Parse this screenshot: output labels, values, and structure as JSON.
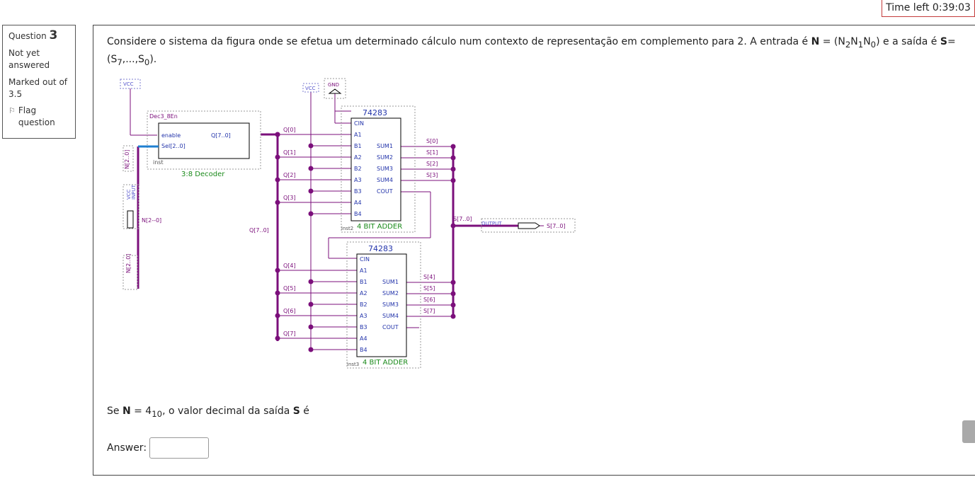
{
  "timer": "Time left 0:39:03",
  "question_info": {
    "label": "Question",
    "number": "3",
    "status": "Not yet answered",
    "marks": "Marked out of 3.5",
    "flag": "Flag question"
  },
  "question": {
    "intro": "Considere o sistema da figura onde se efetua um determinado cálculo num contexto de representação em complemento para 2. A entrada é",
    "n_bold": "N",
    "n_eq": " = (N",
    "s_bold": "S",
    "prompt_pre": "Se ",
    "prompt_n": "N",
    "prompt_val": " = 4",
    "prompt_sub": "10",
    "prompt_mid": ", o valor decimal da saída ",
    "prompt_s": "S",
    "prompt_end": " é",
    "answer_label": "Answer:",
    "answer_value": ""
  },
  "circuit": {
    "vcc": "VCC",
    "gnd": "GND",
    "decoder_name": "Dec3_8En",
    "decoder_enable": "enable",
    "decoder_sel": "Sel[2..0]",
    "decoder_out": "Q[7..0]",
    "decoder_inst": "inst",
    "decoder_title": "3:8 Decoder",
    "input_pin": "INPUT",
    "input_vcc": "VCC",
    "n_label": "N[2--0]",
    "n_bus": "N[2..0]",
    "q_bus": "Q[7..0]",
    "chip": "74283",
    "adder_title": "4 BIT ADDER",
    "inst2": "inst2",
    "inst3": "inst3",
    "cin": "CIN",
    "cout": "COUT",
    "ports_left": [
      "A1",
      "B1",
      "A2",
      "B2",
      "A3",
      "B3",
      "A4",
      "B4"
    ],
    "ports_right": [
      "SUM1",
      "SUM2",
      "SUM3",
      "SUM4"
    ],
    "q_labels_top": [
      "Q[0]",
      "Q[1]",
      "Q[2]",
      "Q[3]"
    ],
    "q_labels_bot": [
      "Q[4]",
      "Q[5]",
      "Q[6]",
      "Q[7]"
    ],
    "s_labels_top": [
      "S[0]",
      "S[1]",
      "S[2]",
      "S[3]"
    ],
    "s_labels_bot": [
      "S[4]",
      "S[5]",
      "S[6]",
      "S[7]"
    ],
    "s_bus": "S[7..0]",
    "output_pin": "OUTPUT",
    "output_name": "S[7..0]"
  }
}
